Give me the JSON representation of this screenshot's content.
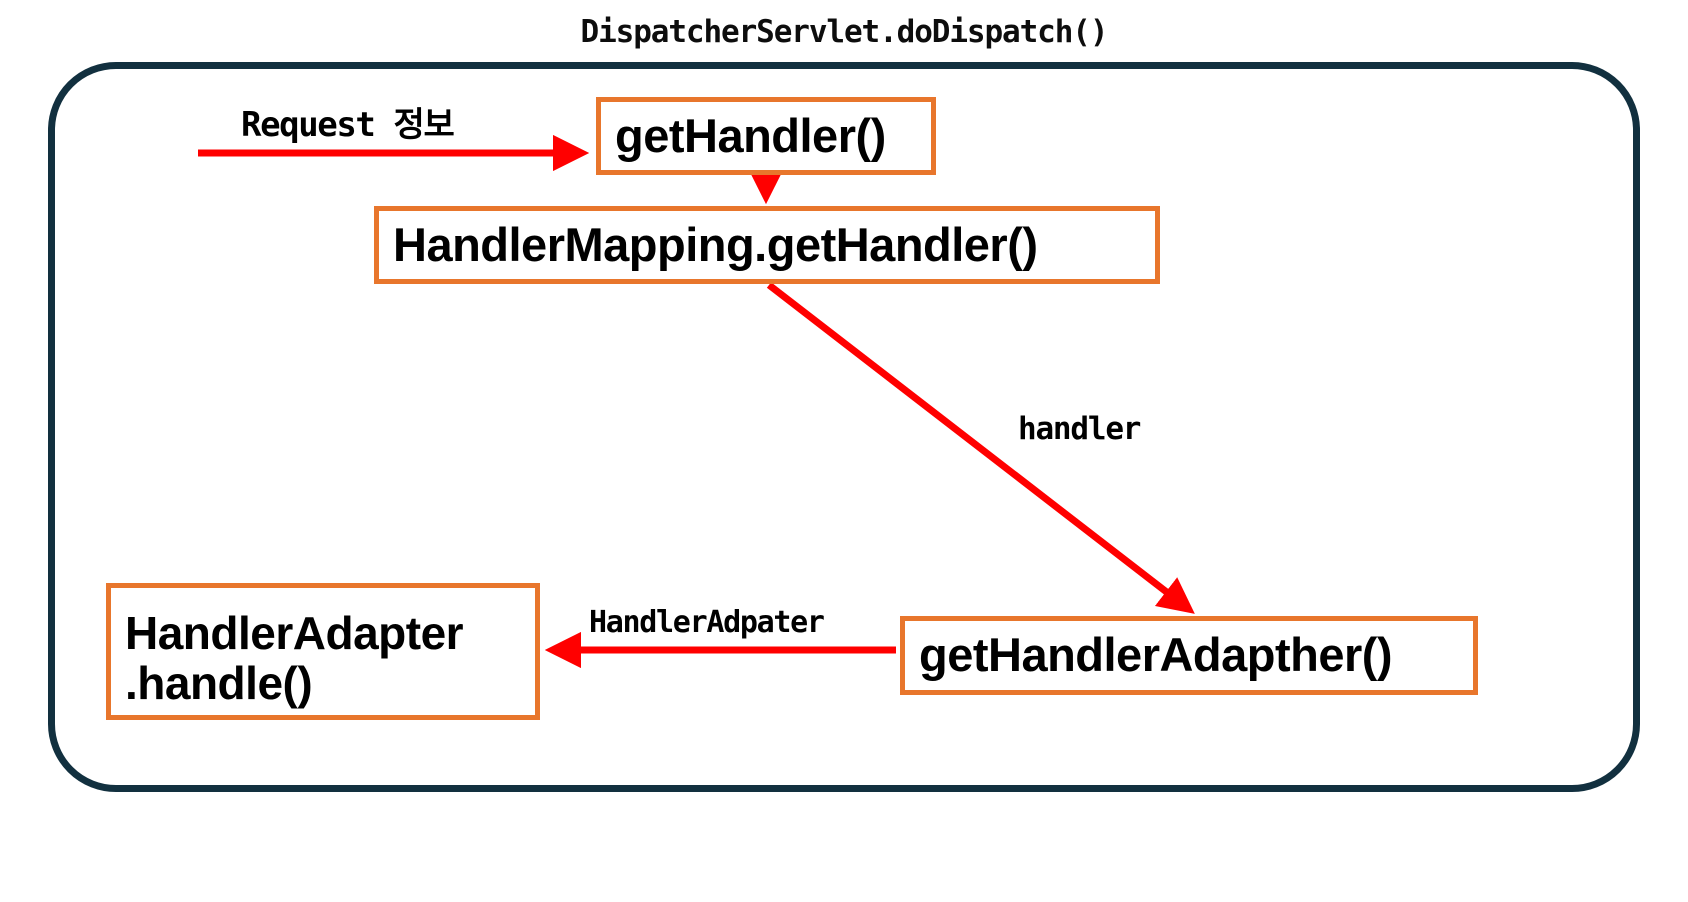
{
  "diagram": {
    "title": "DispatcherServlet.doDispatch()",
    "container_border_color": "#12303f",
    "box_border_color": "#e8762c",
    "arrow_color": "#ff0000",
    "text_color": "#000000",
    "background_color": "#ffffff",
    "nodes": [
      {
        "id": "get-handler",
        "label": "getHandler()"
      },
      {
        "id": "handler-mapping-get-handler",
        "label": "HandlerMapping.getHandler()"
      },
      {
        "id": "handler-adapter-handle",
        "label_line1": "HandlerAdapter",
        "label_line2": ".handle()"
      },
      {
        "id": "get-handler-adapther",
        "label": "getHandlerAdapther()"
      }
    ],
    "edges": [
      {
        "id": "request-to-get-handler",
        "label": "Request 정보",
        "from": "external",
        "to": "get-handler"
      },
      {
        "id": "get-handler-to-handler-mapping",
        "label": "",
        "from": "get-handler",
        "to": "handler-mapping-get-handler"
      },
      {
        "id": "handler-mapping-to-get-handler-adapther",
        "label": "handler",
        "from": "handler-mapping-get-handler",
        "to": "get-handler-adapther"
      },
      {
        "id": "get-handler-adapther-to-handle",
        "label": "HandlerAdpater",
        "from": "get-handler-adapther",
        "to": "handler-adapter-handle"
      }
    ]
  }
}
